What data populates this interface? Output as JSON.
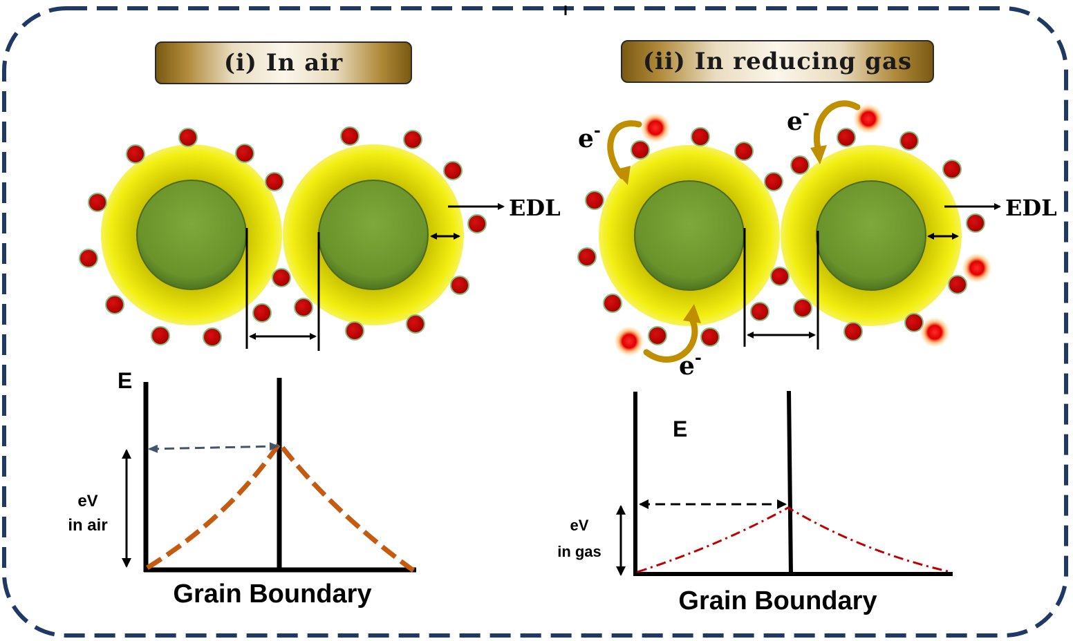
{
  "panel_left": {
    "title": "(i) In air",
    "edl_label": "EDL",
    "energy_label": "E",
    "barrier_label_line1": "eV",
    "barrier_label_line2": "in air",
    "xaxis_label": "Grain Boundary"
  },
  "panel_right": {
    "title": "(ii) In reducing gas",
    "edl_label": "EDL",
    "energy_label": "E",
    "barrier_label_line1": "eV",
    "barrier_label_line2": "in gas",
    "xaxis_label": "Grain Boundary",
    "electron_label": "e",
    "electron_sup": "-"
  },
  "colors": {
    "frame": "#1f3864",
    "grain_core": "#6f9a2f",
    "depletion_layer": "#f3ef12",
    "adsorbed_oxygen": "#c00000",
    "air_barrier_curve": "#c55a11",
    "gas_barrier_curve": "#c00000",
    "air_width_arrow": "#44546a",
    "electron_arrow": "#bf8f00"
  }
}
